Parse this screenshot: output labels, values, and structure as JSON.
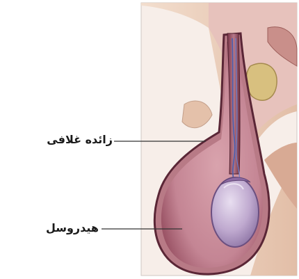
{
  "labels": [
    {
      "id": "process",
      "text": "زائده غلافی"
    },
    {
      "id": "hydrocele",
      "text": "هیدروسل"
    }
  ],
  "colors": {
    "sac_fill": "#a85f72",
    "sac_outline": "#5a2636",
    "skin": "#e9c9b2",
    "fluid": "#c98d9a",
    "testis": "#c2b0cf",
    "vessel": "#4a5fb0",
    "leader_line": "#333333"
  }
}
